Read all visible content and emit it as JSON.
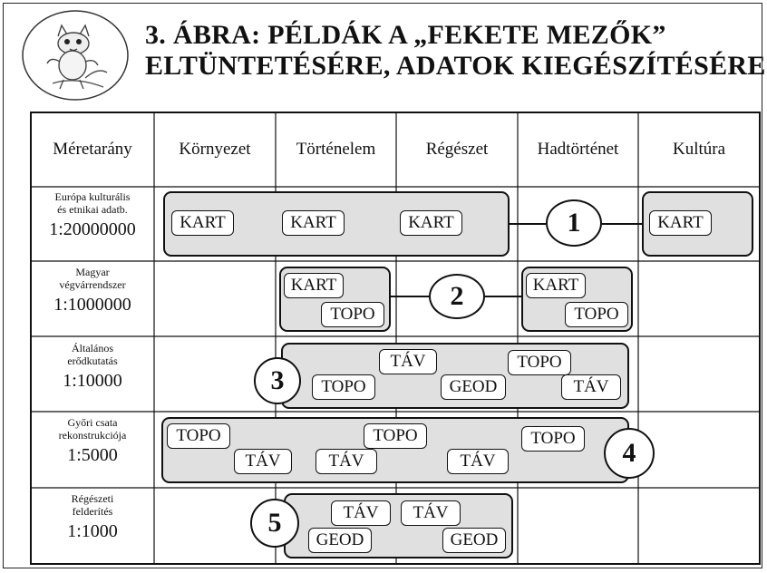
{
  "title": {
    "line1": "3. ÁBRA: PÉLDÁK A „FEKETE MEZŐK”",
    "line2": "ELTÜNTETÉSÉRE, ADATOK KIEGÉSZÍTÉSÉRE"
  },
  "columns": [
    "Méretarány",
    "Környezet",
    "Történelem",
    "Régészet",
    "Hadtörténet",
    "Kultúra"
  ],
  "rows": [
    {
      "name_line1": "Európa kulturális",
      "name_line2": "és etnikai adatb.",
      "scale": "1:20000000"
    },
    {
      "name_line1": "Magyar",
      "name_line2": "végvárrendszer",
      "scale": "1:1000000"
    },
    {
      "name_line1": "Általános",
      "name_line2": "erődkutatás",
      "scale": "1:10000"
    },
    {
      "name_line1": "Győri csata",
      "name_line2": "rekonstrukciója",
      "scale": "1:5000"
    },
    {
      "name_line1": "Régészeti",
      "name_line2": "felderítés",
      "scale": "1:1000"
    }
  ],
  "groups": [
    "1",
    "2",
    "3",
    "4",
    "5"
  ],
  "tags": {
    "kart": "KART",
    "topo": "TOPO",
    "tav": "TÁV",
    "geod": "GEOD"
  },
  "colors": {
    "group_fill": "#e0e0e0",
    "border": "#111111"
  },
  "logo_icon": "cartoon-cat-icon"
}
